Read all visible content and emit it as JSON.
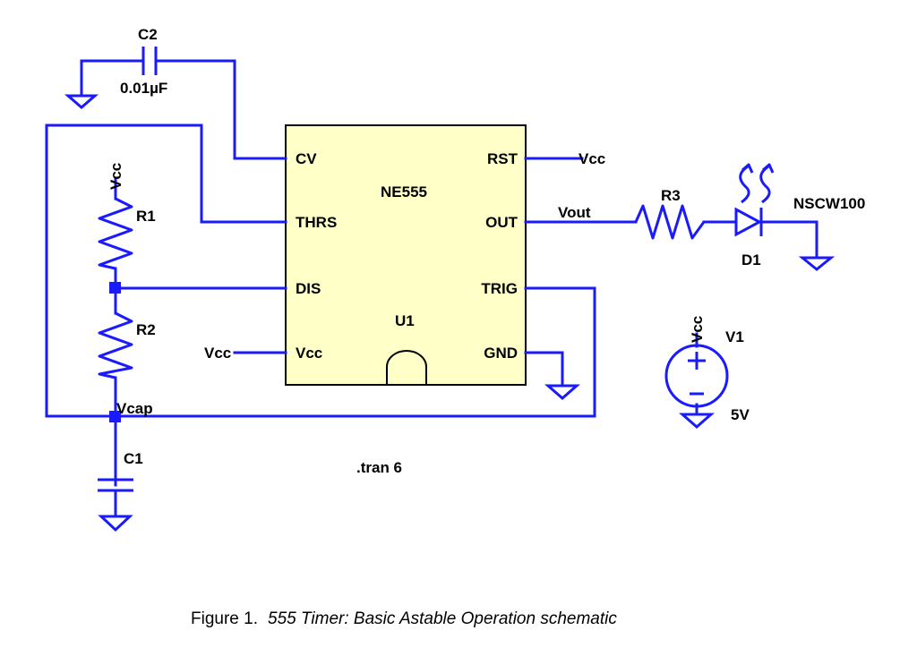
{
  "figure": {
    "caption_prefix": "Figure 1.",
    "caption_title": "555 Timer:  Basic Astable Operation schematic"
  },
  "chip": {
    "part": "NE555",
    "ref": "U1",
    "pins": {
      "cv": "CV",
      "thrs": "THRS",
      "dis": "DIS",
      "vcc": "Vcc",
      "rst": "RST",
      "out": "OUT",
      "trig": "TRIG",
      "gnd": "GND"
    }
  },
  "components": {
    "c2": {
      "ref": "C2",
      "value": "0.01µF"
    },
    "r1": {
      "ref": "R1"
    },
    "r2": {
      "ref": "R2"
    },
    "r3": {
      "ref": "R3"
    },
    "c1": {
      "ref": "C1"
    },
    "d1": {
      "ref": "D1",
      "model": "NSCW100"
    },
    "v1": {
      "ref": "V1",
      "value": "5V"
    }
  },
  "nets": {
    "vcc_r1": "Vcc",
    "vcc_pin": "Vcc",
    "vcc_rst": "Vcc",
    "vcc_v1": "Vcc",
    "vout": "Vout",
    "vcap": "Vcap"
  },
  "directive": ".tran 6",
  "colors": {
    "wire": "#1a1aff",
    "chip_fill": "#ffffc8"
  }
}
